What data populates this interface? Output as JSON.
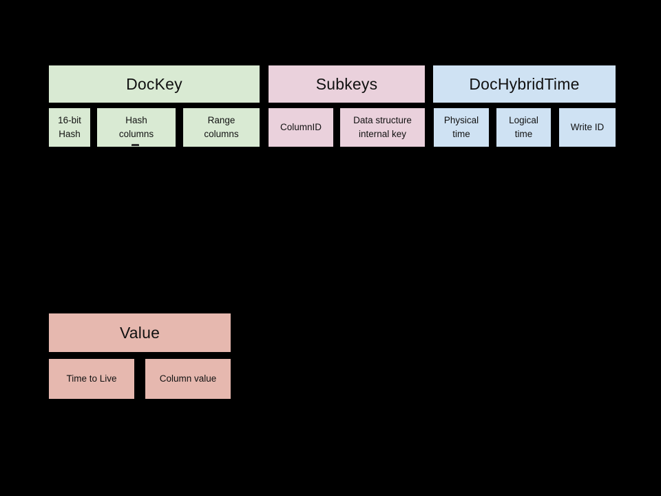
{
  "diagram": {
    "description": "DocDB row storage layout diagram on black slide background",
    "background_color": "#000000",
    "text_color": "#111111",
    "sections": {
      "dockey": {
        "title": "DocKey",
        "color": "#d9ead3",
        "fields": {
          "hash16": "16-bit\nHash",
          "hash_columns": "Hash\ncolumns",
          "range_columns": "Range\ncolumns"
        }
      },
      "subkeys": {
        "title": "Subkeys",
        "color": "#ead1dc",
        "fields": {
          "column_id": "ColumnID",
          "data_structure_internal_key": "Data structure\ninternal key"
        }
      },
      "dochybridtime": {
        "title": "DocHybridTime",
        "color": "#cfe2f3",
        "fields": {
          "physical_time": "Physical\ntime",
          "logical_time": "Logical\ntime",
          "write_id": "Write ID"
        }
      },
      "value": {
        "title": "Value",
        "color": "#e6b8af",
        "fields": {
          "time_to_live": "Time to Live",
          "column_value": "Column value"
        }
      }
    }
  }
}
